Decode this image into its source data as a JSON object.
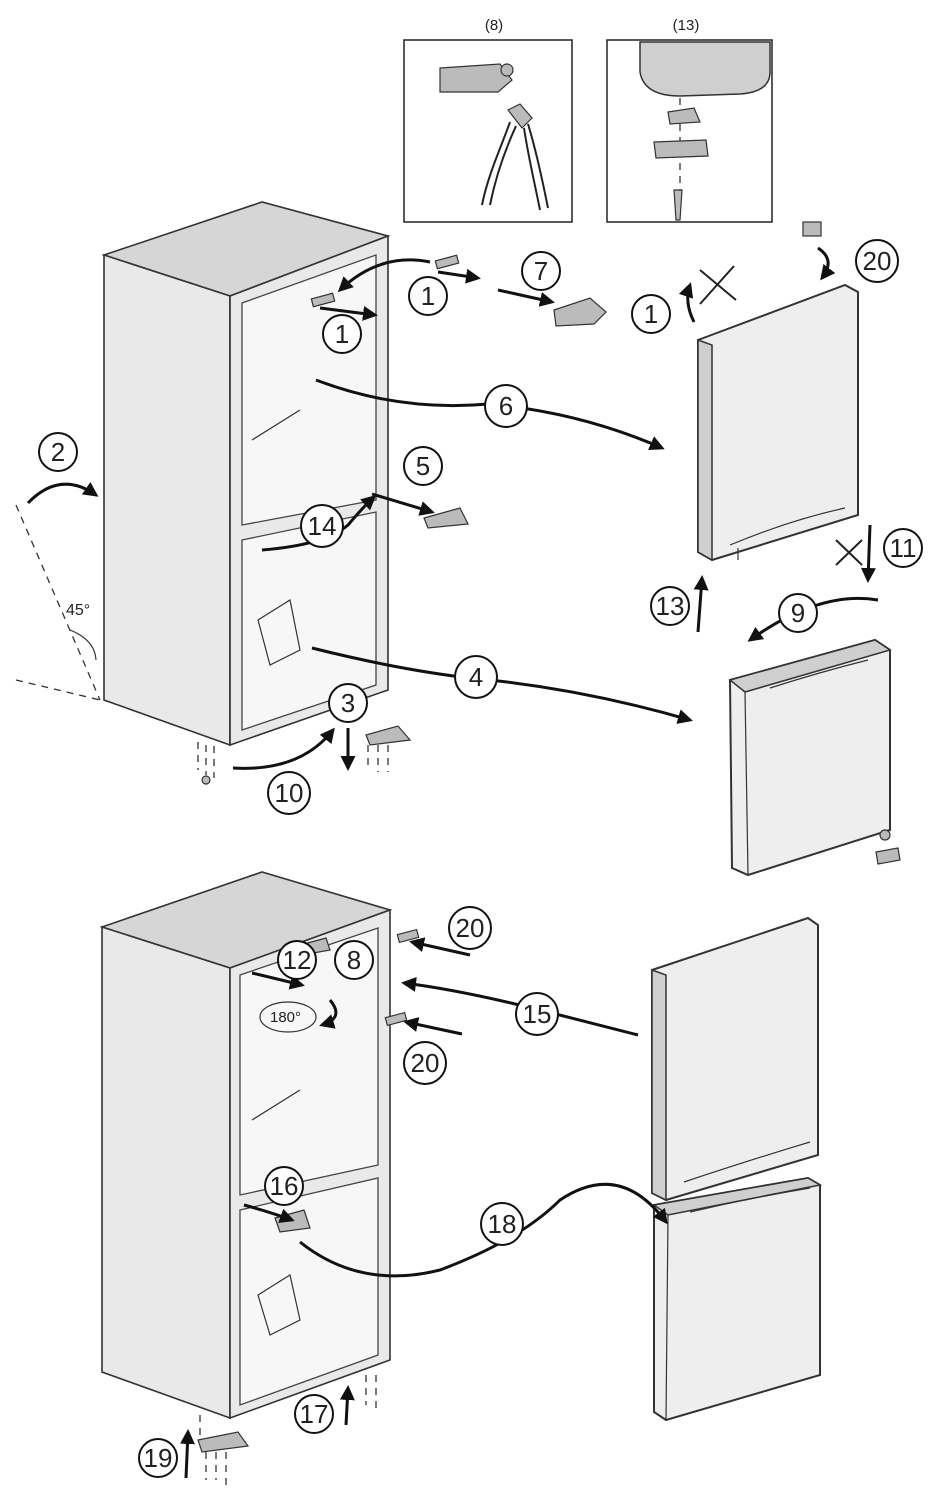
{
  "detail_labels": [
    "(8)",
    "(13)"
  ],
  "angle_label": "45°",
  "rotation_label": "180°",
  "callouts": [
    "1",
    "1",
    "1",
    "1",
    "2",
    "3",
    "4",
    "5",
    "6",
    "7",
    "9",
    "10",
    "11",
    "13",
    "14",
    "20",
    "12",
    "8",
    "20",
    "15",
    "20",
    "16",
    "17",
    "18",
    "19"
  ]
}
